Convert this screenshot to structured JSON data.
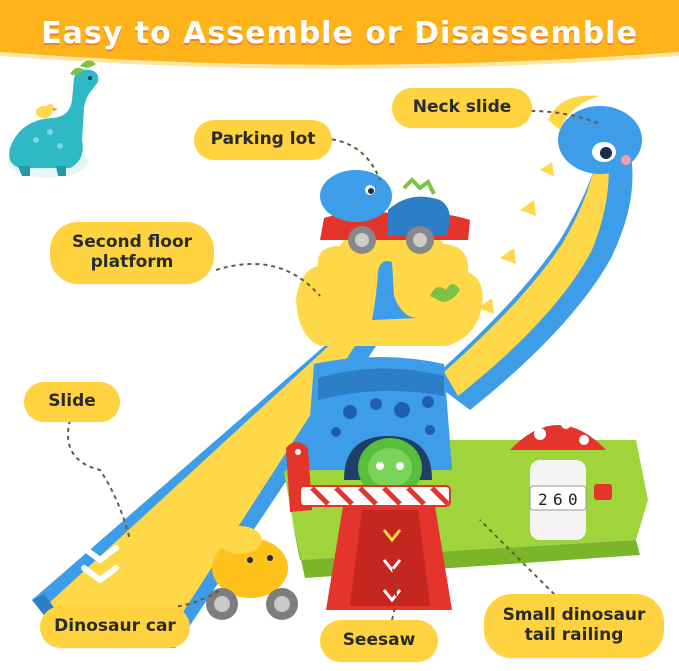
{
  "title": "Easy to Assemble or Disassemble",
  "labels": {
    "neck_slide": "Neck slide",
    "parking_lot": "Parking lot",
    "second_floor_platform": "Second floor\nplatform",
    "slide": "Slide",
    "dinosaur_car": "Dinosaur car",
    "seesaw": "Seesaw",
    "tail_railing": "Small dinosaur\ntail railing"
  },
  "counter": {
    "d1": "2",
    "d2": "6",
    "d3": "0"
  },
  "colors": {
    "banner": "#ffb31a",
    "title_text": "#ffffff",
    "label_bg": "#ffd23f",
    "toy_blue": "#3d9de8",
    "toy_yellow": "#ffd84a",
    "toy_red": "#e4342b",
    "toy_green": "#9fd43a",
    "dino_teal": "#2fb8c6"
  },
  "icons": [
    "dinosaur-illustration-icon",
    "bird-icon",
    "leaf-icon"
  ]
}
